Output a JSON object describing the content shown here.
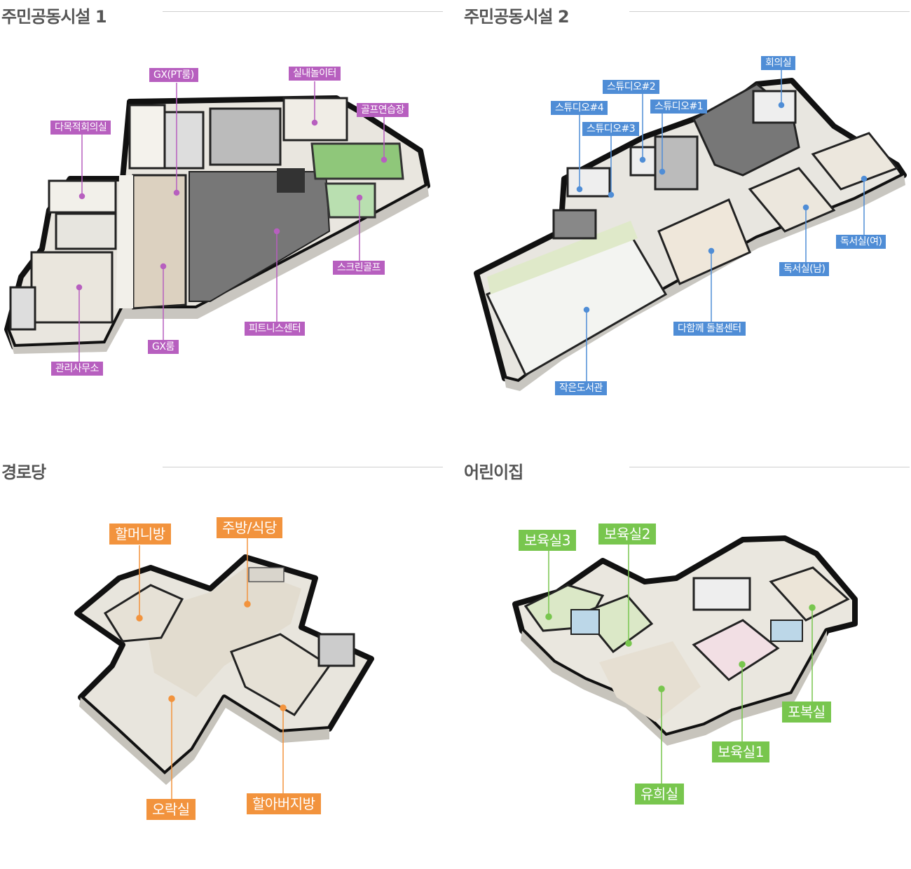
{
  "colors": {
    "pink_label": "#b75fbf",
    "blue_label": "#4f8dd6",
    "orange_label": "#f2933d",
    "green_label": "#78c64e",
    "title_text": "#555555"
  },
  "panels": [
    {
      "title": "주민공동시설 1",
      "labels": [
        "GX(PT룸)",
        "실내놀이터",
        "골프연습장",
        "다목적회의실",
        "스크린골프",
        "피트니스센터",
        "GX룸",
        "관리사무소"
      ]
    },
    {
      "title": "주민공동시설 2",
      "labels": [
        "회의실",
        "스튜디오#2",
        "스튜디오#4",
        "스튜디오#1",
        "스튜디오#3",
        "독서실(여)",
        "독서실(남)",
        "다함께 돌봄센터",
        "작은도서관"
      ]
    },
    {
      "title": "경로당",
      "labels": [
        "할머니방",
        "주방/식당",
        "오락실",
        "할아버지방"
      ]
    },
    {
      "title": "어린이집",
      "labels": [
        "보육실3",
        "보육실2",
        "포복실",
        "보육실1",
        "유희실"
      ]
    }
  ]
}
